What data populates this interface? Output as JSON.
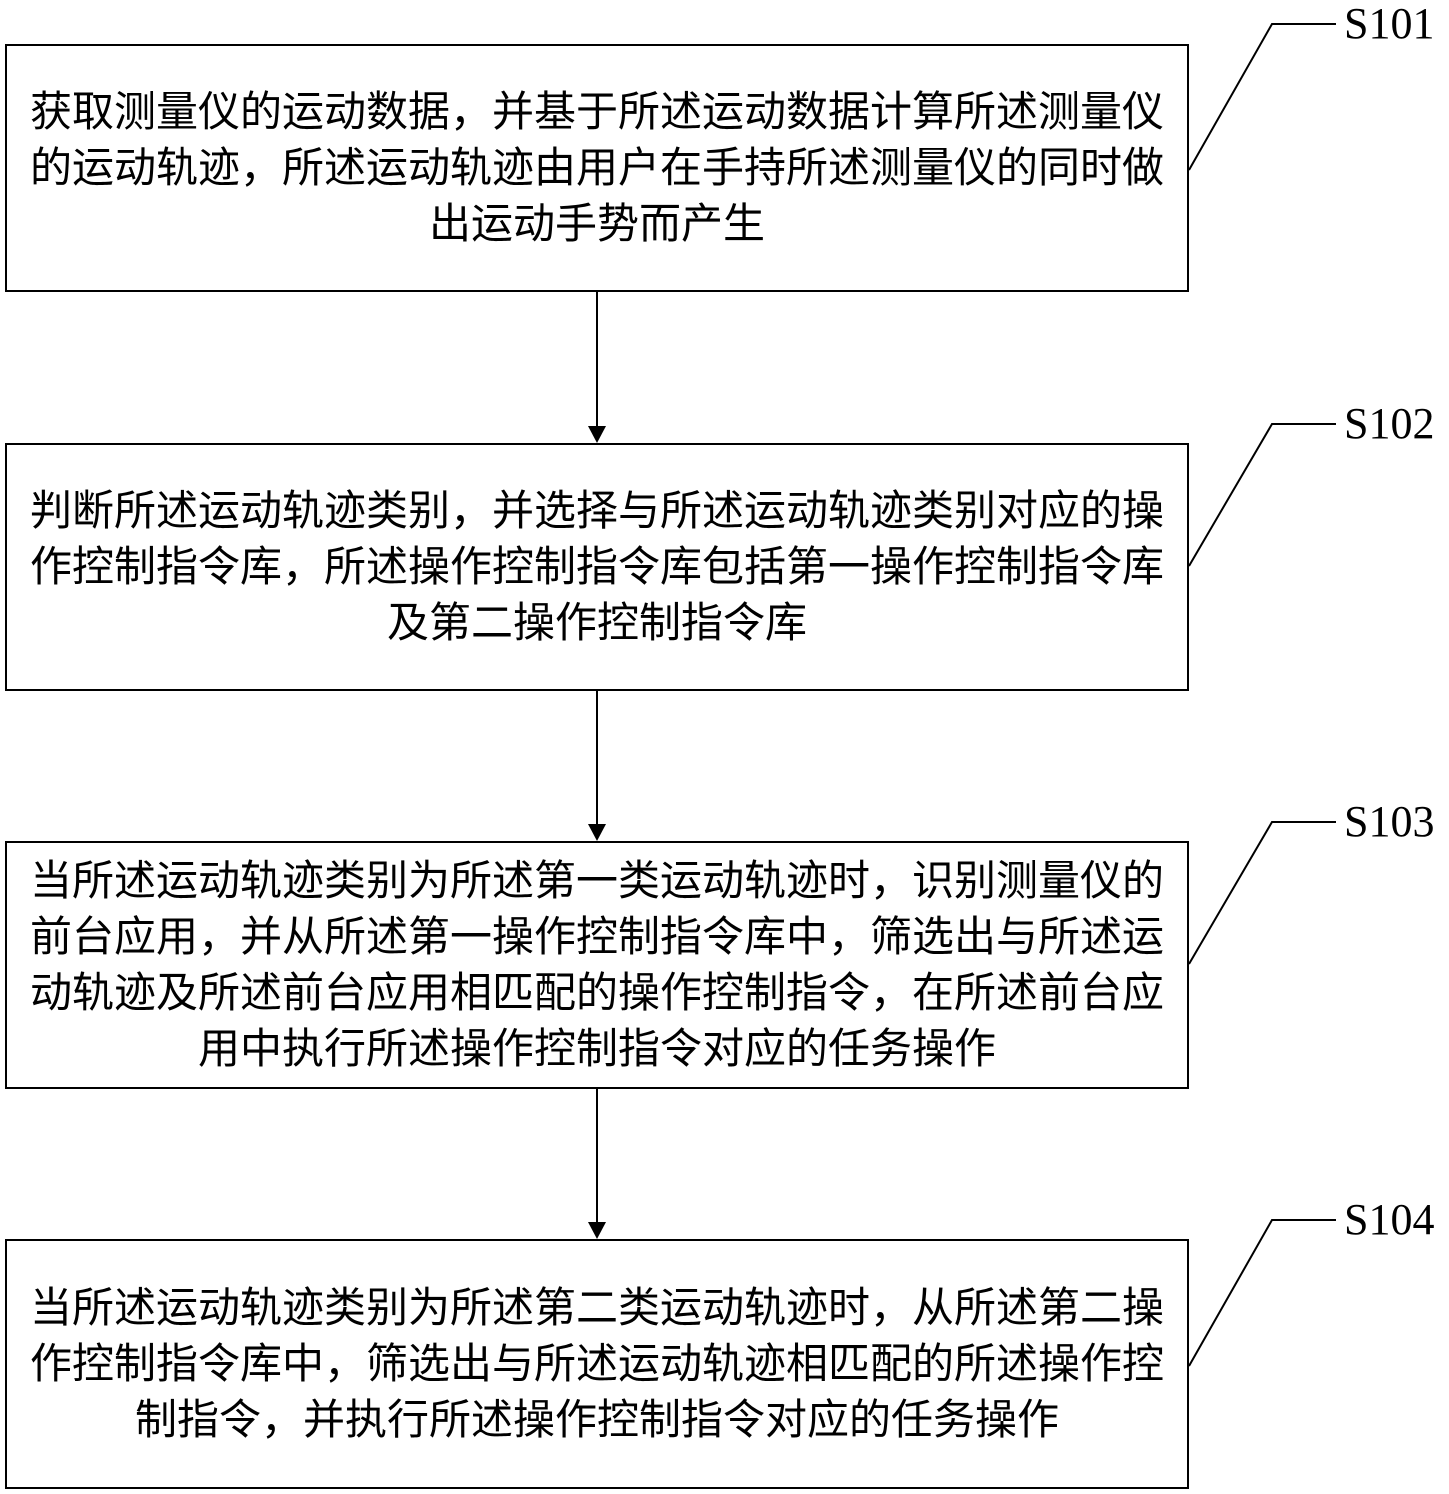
{
  "steps": [
    {
      "id": "S101",
      "text": "获取测量仪的运动数据，并基于所述运动数据计算所述测量仪的运动轨迹，所述运动轨迹由用户在手持所述测量仪的同时做出运动手势而产生"
    },
    {
      "id": "S102",
      "text": "判断所述运动轨迹类别，并选择与所述运动轨迹类别对应的操作控制指令库，所述操作控制指令库包括第一操作控制指令库及第二操作控制指令库"
    },
    {
      "id": "S103",
      "text": "当所述运动轨迹类别为所述第一类运动轨迹时，识别测量仪的前台应用，并从所述第一操作控制指令库中，筛选出与所述运动轨迹及所述前台应用相匹配的操作控制指令，在所述前台应用中执行所述操作控制指令对应的任务操作"
    },
    {
      "id": "S104",
      "text": "当所述运动轨迹类别为所述第二类运动轨迹时，从所述第二操作控制指令库中，筛选出与所述运动轨迹相匹配的所述操作控制指令，并执行所述操作控制指令对应的任务操作"
    }
  ]
}
